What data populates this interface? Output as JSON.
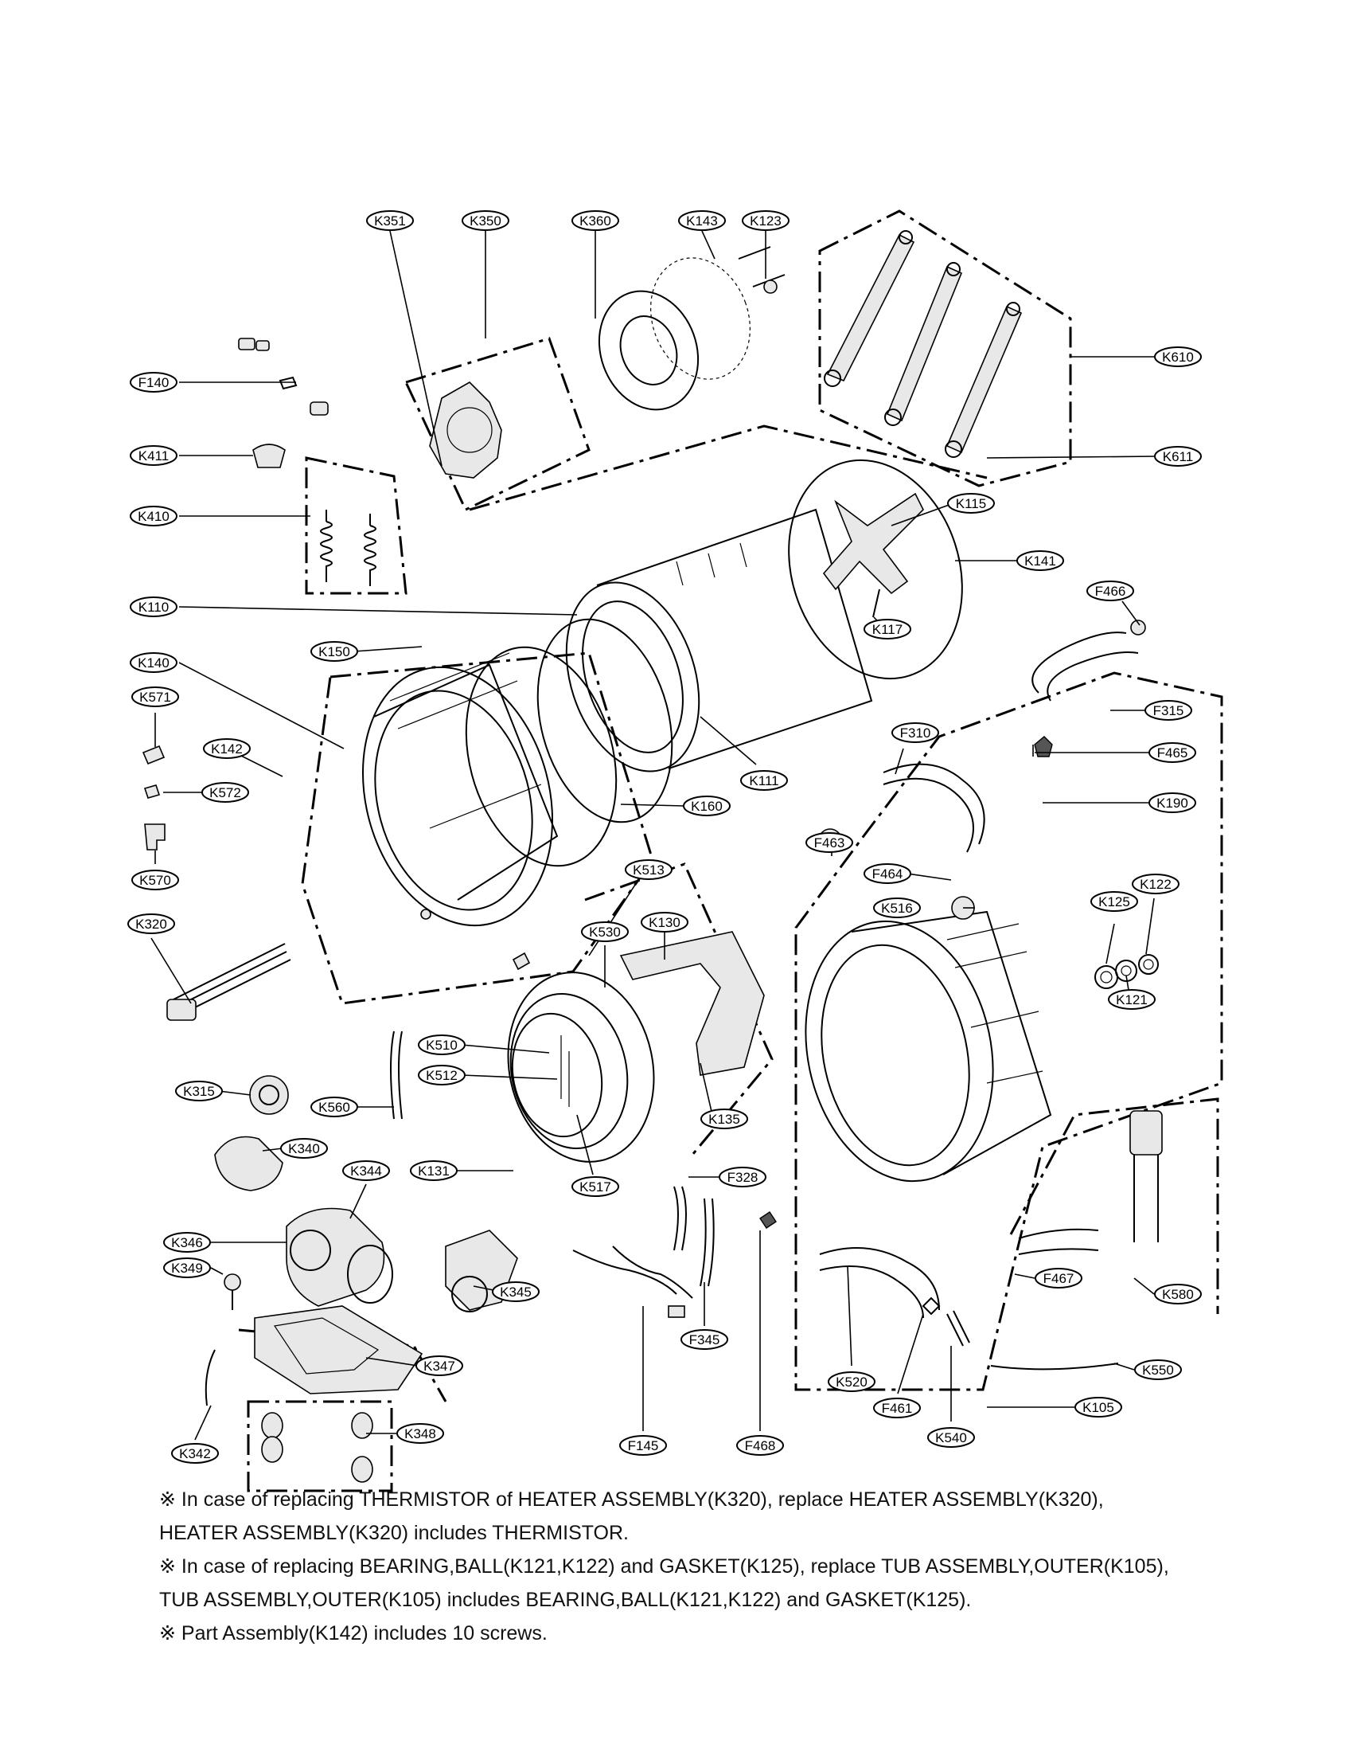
{
  "callouts": [
    {
      "id": "K351"
    },
    {
      "id": "K350"
    },
    {
      "id": "K360"
    },
    {
      "id": "K143"
    },
    {
      "id": "K123"
    },
    {
      "id": "F140"
    },
    {
      "id": "K411"
    },
    {
      "id": "K410"
    },
    {
      "id": "K610"
    },
    {
      "id": "K611"
    },
    {
      "id": "K115"
    },
    {
      "id": "K141"
    },
    {
      "id": "K117"
    },
    {
      "id": "K110"
    },
    {
      "id": "F466"
    },
    {
      "id": "K150"
    },
    {
      "id": "K140"
    },
    {
      "id": "K571"
    },
    {
      "id": "K142"
    },
    {
      "id": "K572"
    },
    {
      "id": "K570"
    },
    {
      "id": "K111"
    },
    {
      "id": "K160"
    },
    {
      "id": "F310"
    },
    {
      "id": "F315"
    },
    {
      "id": "F465"
    },
    {
      "id": "K190"
    },
    {
      "id": "F463"
    },
    {
      "id": "K513"
    },
    {
      "id": "F464"
    },
    {
      "id": "K516"
    },
    {
      "id": "K530"
    },
    {
      "id": "K130"
    },
    {
      "id": "K320"
    },
    {
      "id": "K125"
    },
    {
      "id": "K122"
    },
    {
      "id": "K121"
    },
    {
      "id": "K510"
    },
    {
      "id": "K512"
    },
    {
      "id": "K315"
    },
    {
      "id": "K560"
    },
    {
      "id": "K135"
    },
    {
      "id": "K340"
    },
    {
      "id": "K344"
    },
    {
      "id": "K131"
    },
    {
      "id": "K517"
    },
    {
      "id": "F328"
    },
    {
      "id": "K346"
    },
    {
      "id": "K349"
    },
    {
      "id": "K345"
    },
    {
      "id": "F467"
    },
    {
      "id": "K580"
    },
    {
      "id": "F345"
    },
    {
      "id": "K347"
    },
    {
      "id": "K520"
    },
    {
      "id": "K550"
    },
    {
      "id": "F461"
    },
    {
      "id": "K105"
    },
    {
      "id": "K342"
    },
    {
      "id": "K348"
    },
    {
      "id": "F145"
    },
    {
      "id": "F468"
    },
    {
      "id": "K540"
    }
  ],
  "notes": [
    "※ In case of replacing THERMISTOR of HEATER ASSEMBLY(K320), replace HEATER ASSEMBLY(K320),",
    "HEATER ASSEMBLY(K320) includes THERMISTOR.",
    "※ In case of replacing BEARING,BALL(K121,K122) and GASKET(K125), replace TUB ASSEMBLY,OUTER(K105),",
    "TUB ASSEMBLY,OUTER(K105) includes BEARING,BALL(K121,K122) and GASKET(K125).",
    "※ Part Assembly(K142) includes 10 screws."
  ]
}
